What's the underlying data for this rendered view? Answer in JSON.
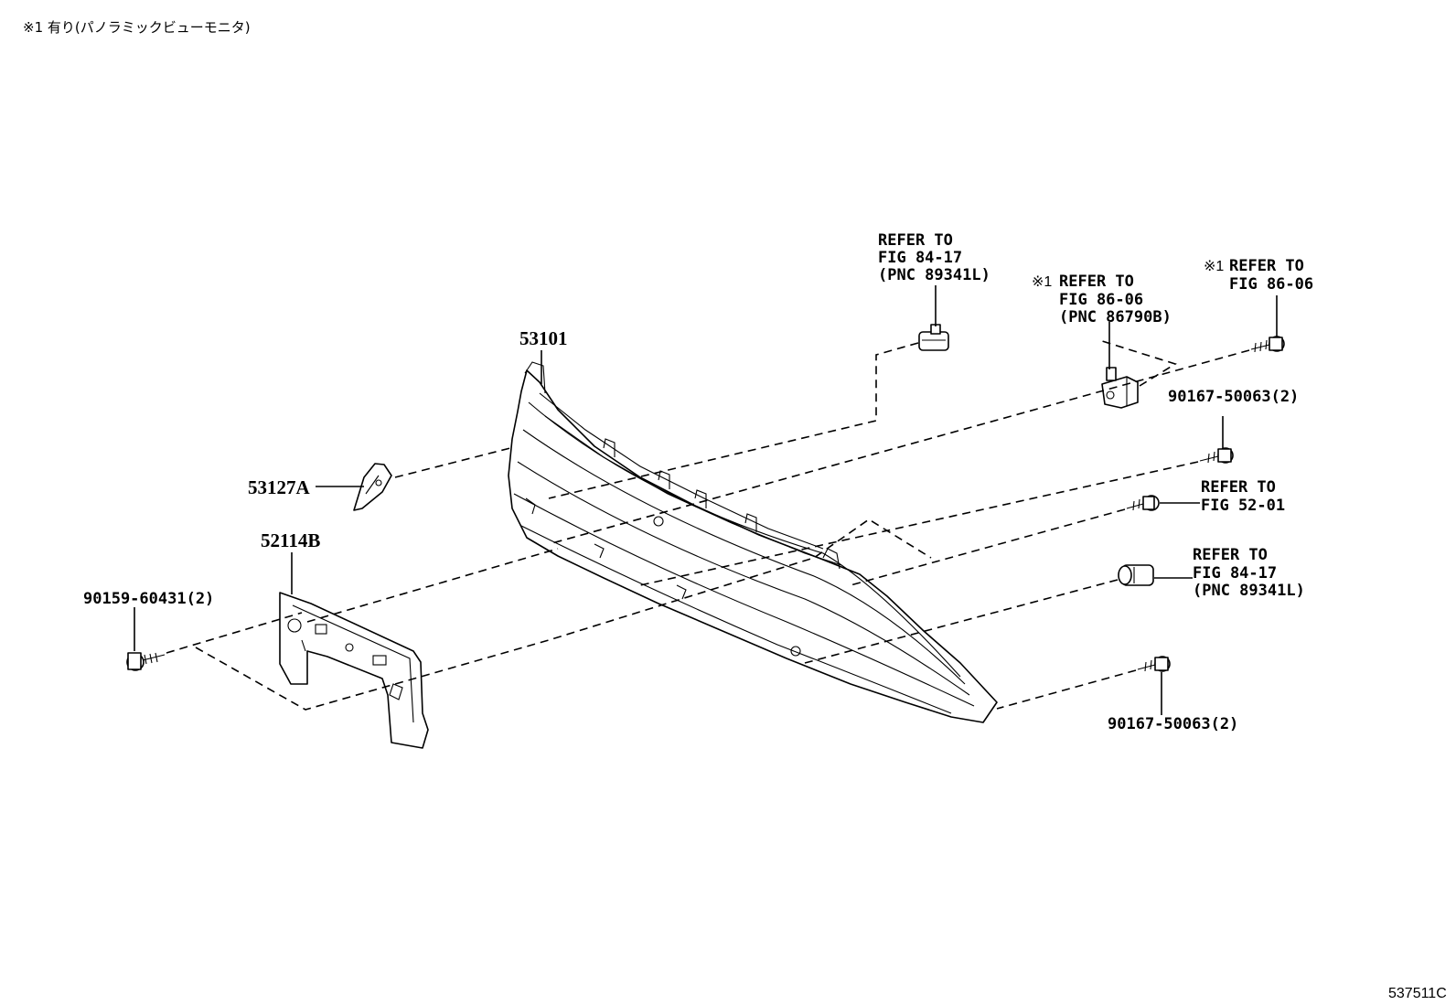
{
  "note": "※1 有り(パノラミックビューモニタ)",
  "figure_id": "537511C",
  "parts": {
    "p53101": "53101",
    "p53127a": "53127A",
    "p52114b": "52114B",
    "p90159": "90159-60431(2)",
    "p90167_top": "90167-50063(2)",
    "p90167_bottom": "90167-50063(2)"
  },
  "refs": {
    "ref_top": [
      "REFER TO",
      "FIG 84-17",
      "(PNC 89341L)"
    ],
    "ref_camera_mark": "※1",
    "ref_camera": [
      "REFER TO",
      "FIG 86-06",
      "(PNC 86790B)"
    ],
    "ref_topright_mark": "※1",
    "ref_topright": [
      "REFER TO",
      "FIG 86-06"
    ],
    "ref_clip": [
      "REFER TO",
      "FIG 52-01"
    ],
    "ref_sensor": [
      "REFER TO",
      "FIG 84-17",
      "(PNC 89341L)"
    ]
  }
}
